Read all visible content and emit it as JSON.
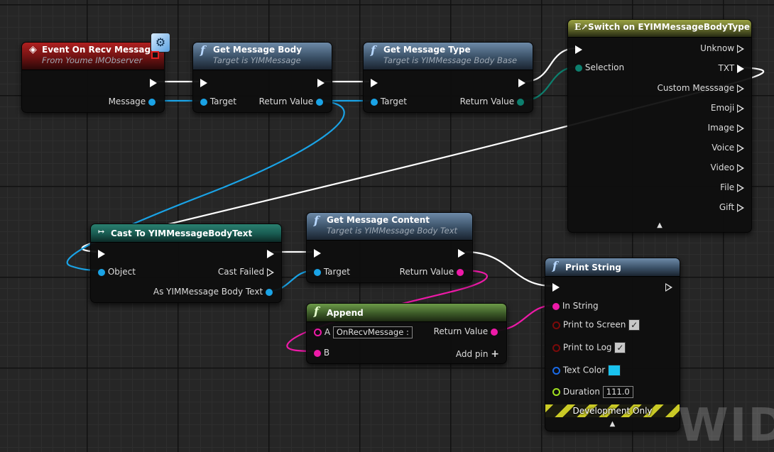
{
  "nodes": {
    "event": {
      "title": "Event On Recv Message",
      "subtitle": "From Youme IMObserver",
      "pin_message": "Message"
    },
    "get_body": {
      "title": "Get Message Body",
      "subtitle": "Target is YIMMessage",
      "pin_target": "Target",
      "pin_return": "Return Value"
    },
    "get_type": {
      "title": "Get Message Type",
      "subtitle": "Target is YIMMessage Body Base",
      "pin_target": "Target",
      "pin_return": "Return Value"
    },
    "switch": {
      "title": "Switch on EYIMMessageBodyType",
      "pin_selection": "Selection",
      "outputs": [
        "Unknow",
        "TXT",
        "Custom Messsage",
        "Emoji",
        "Image",
        "Voice",
        "Video",
        "File",
        "Gift"
      ]
    },
    "cast": {
      "title": "Cast To YIMMessageBodyText",
      "pin_object": "Object",
      "pin_cast_failed": "Cast Failed",
      "pin_as": "As YIMMessage Body Text"
    },
    "get_content": {
      "title": "Get Message Content",
      "subtitle": "Target is YIMMessage Body Text",
      "pin_target": "Target",
      "pin_return": "Return Value"
    },
    "append": {
      "title": "Append",
      "pin_a": "A",
      "pin_a_value": "OnRecvMessage :",
      "pin_b": "B",
      "pin_return": "Return Value",
      "add_pin": "Add pin"
    },
    "print": {
      "title": "Print String",
      "pin_in_string": "In String",
      "pin_print_screen": "Print to Screen",
      "pin_print_log": "Print to Log",
      "pin_text_color": "Text Color",
      "pin_duration": "Duration",
      "duration_value": "111.0",
      "dev_only": "Development Only",
      "text_color_hex": "#19c2ee"
    }
  },
  "watermark": "WIDG",
  "colors": {
    "exec_wire": "#ffffff",
    "object_wire": "#1aa3e6",
    "enum_wire": "#0d7f6e",
    "string_wire": "#ee1aa8"
  }
}
